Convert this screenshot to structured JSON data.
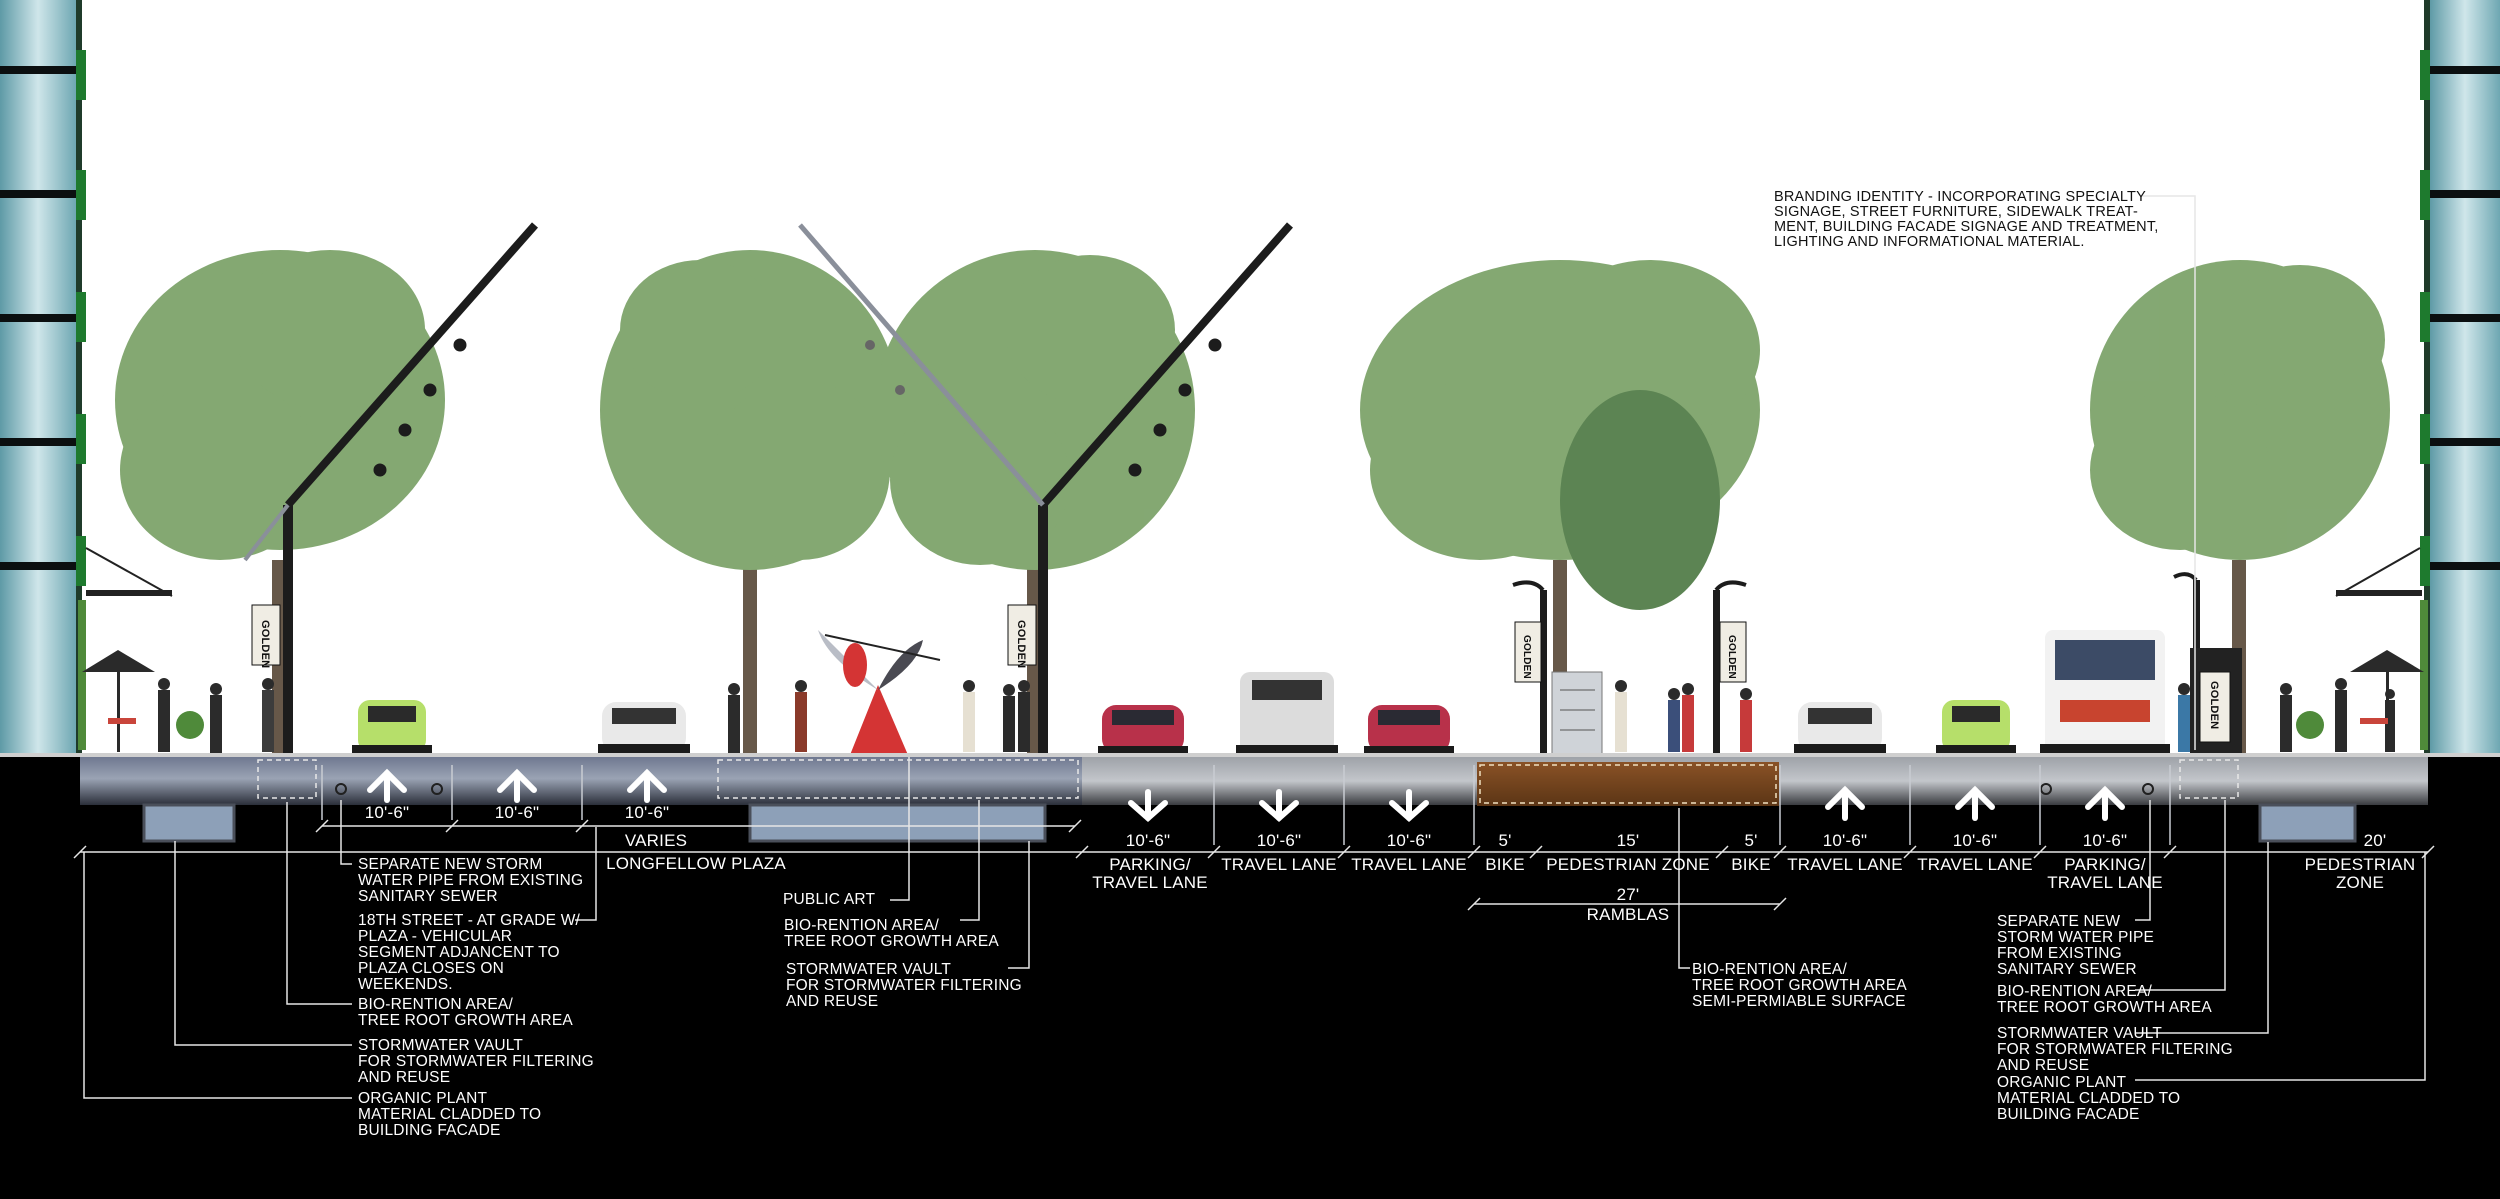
{
  "colors": {
    "ground": "#000000",
    "sky": "#ffffff",
    "tree": "#6f9a5e",
    "pole": "#1c1c1c",
    "trench": "#7a4a22",
    "road": "#98a0ae",
    "accent_red": "#d43434"
  },
  "sign_text": "GOLDEN",
  "lane_dims": {
    "left_plaza": [
      "10'-6\"",
      "10'-6\"",
      "10'-6\""
    ],
    "varies": "VARIES",
    "plaza": "LONGFELLOW PLAZA"
  },
  "segments": [
    {
      "dim": "10'-6\"",
      "label": "PARKING/\nTRAVEL LANE",
      "dir": "down"
    },
    {
      "dim": "10'-6\"",
      "label": "TRAVEL LANE",
      "dir": "down"
    },
    {
      "dim": "10'-6\"",
      "label": "TRAVEL LANE",
      "dir": "down"
    },
    {
      "dim": "5'",
      "label": "BIKE"
    },
    {
      "dim": "15'",
      "label": "PEDESTRIAN ZONE"
    },
    {
      "dim": "5'",
      "label": "BIKE"
    },
    {
      "dim": "10'-6\"",
      "label": "TRAVEL LANE",
      "dir": "up"
    },
    {
      "dim": "10'-6\"",
      "label": "TRAVEL LANE",
      "dir": "up"
    },
    {
      "dim": "10'-6\"",
      "label": "PARKING/\nTRAVEL LANE",
      "dir": "up"
    },
    {
      "dim": "20'",
      "label": "PEDESTRIAN\nZONE"
    }
  ],
  "ramblas": {
    "dim": "27'",
    "label": "RAMBLAS"
  },
  "callouts": {
    "branding": "BRANDING IDENTITY - INCORPORATING SPECIALTY\nSIGNAGE, STREET FURNITURE, SIDEWALK TREAT-\nMENT, BUILDING FACADE SIGNAGE AND TREATMENT,\nLIGHTING AND INFORMATIONAL MATERIAL.",
    "left_sewer": "SEPARATE NEW STORM\nWATER PIPE FROM EXISTING\nSANITARY SEWER",
    "left_street": "18TH STREET - AT GRADE W/\nPLAZA - VEHICULAR\nSEGMENT ADJANCENT TO\nPLAZA CLOSES ON\nWEEKENDS.",
    "left_bio": "BIO-RENTION AREA/\nTREE ROOT GROWTH AREA",
    "left_vault": "STORMWATER VAULT\nFOR STORMWATER FILTERING\nAND REUSE",
    "left_plant": "ORGANIC PLANT\nMATERIAL CLADDED TO\nBUILDING FACADE",
    "public_art": "PUBLIC ART",
    "mid_bio": "BIO-RENTION AREA/\nTREE ROOT GROWTH AREA",
    "mid_vault": "STORMWATER VAULT\nFOR STORMWATER FILTERING\nAND REUSE",
    "ramblas_bio": "BIO-RENTION AREA/\nTREE ROOT GROWTH AREA\nSEMI-PERMIABLE SURFACE",
    "right_sewer": "SEPARATE NEW\nSTORM WATER PIPE\nFROM EXISTING\nSANITARY SEWER",
    "right_bio": "BIO-RENTION AREA/\nTREE ROOT GROWTH AREA",
    "right_vault": "STORMWATER VAULT\nFOR STORMWATER FILTERING\nAND REUSE",
    "right_plant": "ORGANIC PLANT\nMATERIAL CLADDED TO\nBUILDING FACADE"
  }
}
